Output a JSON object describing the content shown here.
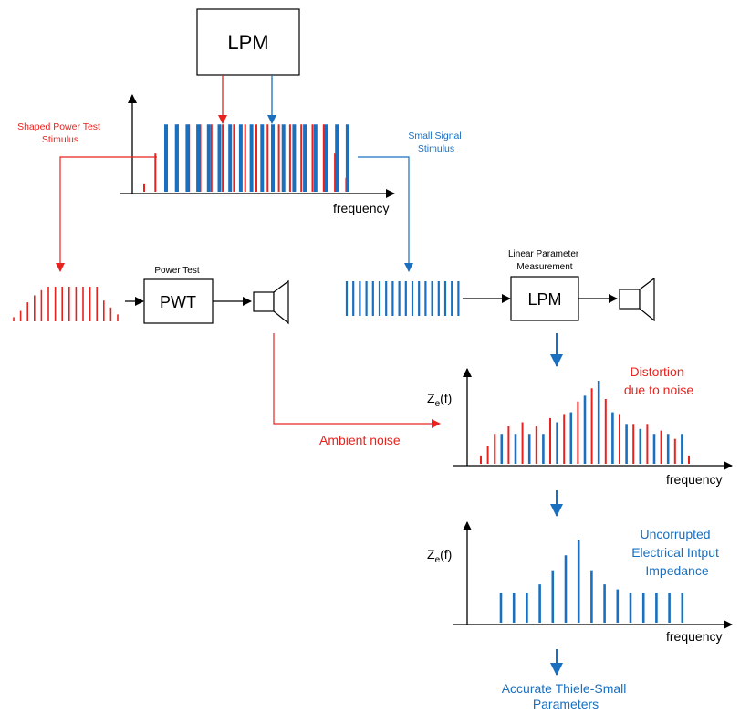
{
  "colors": {
    "red": "#e8221e",
    "blue": "#1a6fbf",
    "black": "#000000"
  },
  "top_lpm": {
    "label": "LPM"
  },
  "top_spectrum": {
    "xlabel": "frequency",
    "red_lines": [
      0.12,
      0.55,
      0.95,
      0.97,
      0.97,
      0.97,
      0.97,
      0.97,
      0.97,
      0.97,
      0.97,
      0.97,
      0.97,
      0.97,
      0.97,
      0.97,
      0.97,
      0.55,
      0.2
    ],
    "blue_bars": [
      0.97,
      0.97,
      0.97,
      0.97,
      0.97,
      0.97,
      0.97,
      0.97,
      0.97,
      0.97,
      0.97,
      0.97,
      0.97,
      0.97,
      0.97,
      0.97,
      0.97,
      0.97
    ]
  },
  "labels": {
    "shaped_power_line1": "Shaped Power Test",
    "shaped_power_line2": "Stimulus",
    "small_signal_line1": "Small Signal",
    "small_signal_line2": "Stimulus",
    "ambient_noise": "Ambient noise"
  },
  "power_branch": {
    "title": "Power Test",
    "box_label": "PWT",
    "stimulus_lines": [
      0.12,
      0.3,
      0.55,
      0.75,
      0.9,
      1.0,
      1.0,
      1.0,
      1.0,
      1.0,
      1.0,
      1.0,
      1.0,
      0.6,
      0.4,
      0.2
    ]
  },
  "lpm_branch": {
    "title_line1": "Linear Parameter",
    "title_line2": "Measurement",
    "box_label": "LPM",
    "stimulus_count": 18
  },
  "impedance_noisy": {
    "ylabel_main": "Z",
    "ylabel_sub": "e",
    "ylabel_tail": "(f)",
    "xlabel": "frequency",
    "note_line1": "Distortion",
    "note_line2": "due to noise",
    "bars": [
      {
        "c": "red",
        "v": 0.1
      },
      {
        "c": "red",
        "v": 0.22
      },
      {
        "c": "red",
        "v": 0.36
      },
      {
        "c": "blue",
        "v": 0.36
      },
      {
        "c": "red",
        "v": 0.45
      },
      {
        "c": "blue",
        "v": 0.36
      },
      {
        "c": "red",
        "v": 0.5
      },
      {
        "c": "blue",
        "v": 0.36
      },
      {
        "c": "red",
        "v": 0.45
      },
      {
        "c": "blue",
        "v": 0.36
      },
      {
        "c": "red",
        "v": 0.55
      },
      {
        "c": "blue",
        "v": 0.5
      },
      {
        "c": "red",
        "v": 0.6
      },
      {
        "c": "blue",
        "v": 0.62
      },
      {
        "c": "red",
        "v": 0.75
      },
      {
        "c": "blue",
        "v": 0.82
      },
      {
        "c": "red",
        "v": 0.91
      },
      {
        "c": "blue",
        "v": 1.0
      },
      {
        "c": "red",
        "v": 0.78
      },
      {
        "c": "blue",
        "v": 0.62
      },
      {
        "c": "red",
        "v": 0.6
      },
      {
        "c": "blue",
        "v": 0.48
      },
      {
        "c": "red",
        "v": 0.48
      },
      {
        "c": "blue",
        "v": 0.42
      },
      {
        "c": "red",
        "v": 0.48
      },
      {
        "c": "blue",
        "v": 0.36
      },
      {
        "c": "red",
        "v": 0.4
      },
      {
        "c": "blue",
        "v": 0.36
      },
      {
        "c": "red",
        "v": 0.3
      },
      {
        "c": "blue",
        "v": 0.36
      },
      {
        "c": "red",
        "v": 0.1
      }
    ]
  },
  "impedance_clean": {
    "ylabel_main": "Z",
    "ylabel_sub": "e",
    "ylabel_tail": "(f)",
    "xlabel": "frequency",
    "note_line1": "Uncorrupted",
    "note_line2": "Electrical Intput",
    "note_line3": "Impedance",
    "bars": [
      0.36,
      0.36,
      0.36,
      0.46,
      0.63,
      0.81,
      1.0,
      0.63,
      0.46,
      0.4,
      0.36,
      0.36,
      0.36,
      0.36,
      0.36
    ]
  },
  "result": {
    "line1": "Accurate Thiele-Small",
    "line2": "Parameters"
  }
}
